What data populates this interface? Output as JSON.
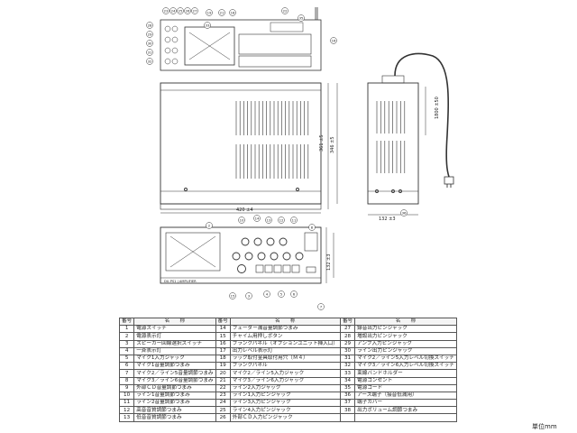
{
  "dimensions": {
    "front_width": "420 ±4",
    "front_height": "132 ±3",
    "depth_overall": "361 ±5",
    "depth_body": "346 ±5",
    "side_height": "132 ±3",
    "cord_length": "1800 ±50"
  },
  "rear_panel": {
    "model_label": "DU-PS1 | AMPLIFIER"
  },
  "callouts": {
    "top": [
      "23",
      "24",
      "25",
      "26",
      "27",
      "19",
      "21",
      "18",
      "22",
      "35",
      "16",
      "28",
      "29",
      "30",
      "31",
      "32",
      "33",
      "34",
      "37",
      "38"
    ],
    "left": [
      "34",
      "35",
      "20",
      "33",
      "36",
      "16"
    ],
    "front": [
      "14",
      "13",
      "12",
      "11",
      "10",
      "2",
      "15",
      "3",
      "4",
      "5",
      "6",
      "7",
      "8",
      "9",
      "1",
      "17",
      "18"
    ],
    "side": [
      "36"
    ]
  },
  "table": {
    "headers": {
      "number": "番号",
      "name": "名　　称"
    },
    "col1": [
      {
        "no": "1",
        "name": "電源スイッチ"
      },
      {
        "no": "2",
        "name": "電源表示灯"
      },
      {
        "no": "3",
        "name": "スピーカー回線選択スイッチ"
      },
      {
        "no": "4",
        "name": "一斉表示灯"
      },
      {
        "no": "5",
        "name": "マイク1入力ジャック"
      },
      {
        "no": "6",
        "name": "マイク1音量調節つまみ"
      },
      {
        "no": "7",
        "name": "マイク2／ライン5音量調節つまみ"
      },
      {
        "no": "8",
        "name": "マイク3／ライン6音量調節つまみ"
      },
      {
        "no": "9",
        "name": "外部ＣＤ音量調節つまみ"
      },
      {
        "no": "10",
        "name": "ライン1音量調節つまみ"
      },
      {
        "no": "11",
        "name": "ライン2音量調節つまみ"
      },
      {
        "no": "12",
        "name": "高音音質調節つまみ"
      },
      {
        "no": "13",
        "name": "低音音質調節つまみ"
      }
    ],
    "col2": [
      {
        "no": "14",
        "name": "フェーダー減音量調節つまみ"
      },
      {
        "no": "15",
        "name": "チャイム用押しボタン"
      },
      {
        "no": "16",
        "name": "ブランクパネル（オプションユニット挿入口）"
      },
      {
        "no": "17",
        "name": "出力レベル表示灯"
      },
      {
        "no": "18",
        "name": "ラック取付金具取付用穴（Ｍ４）"
      },
      {
        "no": "19",
        "name": "ブランクパネル"
      },
      {
        "no": "20",
        "name": "マイク2／ライン5入力ジャック"
      },
      {
        "no": "21",
        "name": "マイク3／ライン6入力ジャック"
      },
      {
        "no": "22",
        "name": "ライン2入力ジャック"
      },
      {
        "no": "23",
        "name": "ライン1入力ピンジャック"
      },
      {
        "no": "24",
        "name": "ライン3入力ピンジャック"
      },
      {
        "no": "25",
        "name": "ライン4入力ピンジャック"
      },
      {
        "no": "26",
        "name": "外部ＣＤ入力ピンジャック"
      }
    ],
    "col3": [
      {
        "no": "27",
        "name": "録音出力ピンジャック"
      },
      {
        "no": "28",
        "name": "増設出力ピンジャック"
      },
      {
        "no": "29",
        "name": "アンプ入力ピンジャック"
      },
      {
        "no": "30",
        "name": "ライン出力ピンジャック"
      },
      {
        "no": "31",
        "name": "マイク2／ライン5入力レベル切換スイッチ"
      },
      {
        "no": "32",
        "name": "マイク3／ライン6入力レベル切換スイッチ"
      },
      {
        "no": "33",
        "name": "束線バンドホルダー"
      },
      {
        "no": "34",
        "name": "電源コンセント"
      },
      {
        "no": "35",
        "name": "電源コード"
      },
      {
        "no": "36",
        "name": "アース端子（接音低減用）"
      },
      {
        "no": "37",
        "name": "端子カバー"
      },
      {
        "no": "38",
        "name": "出力ボリューム調節つまみ"
      },
      {
        "no": "",
        "name": ""
      }
    ]
  },
  "unit_note": "単位mm"
}
